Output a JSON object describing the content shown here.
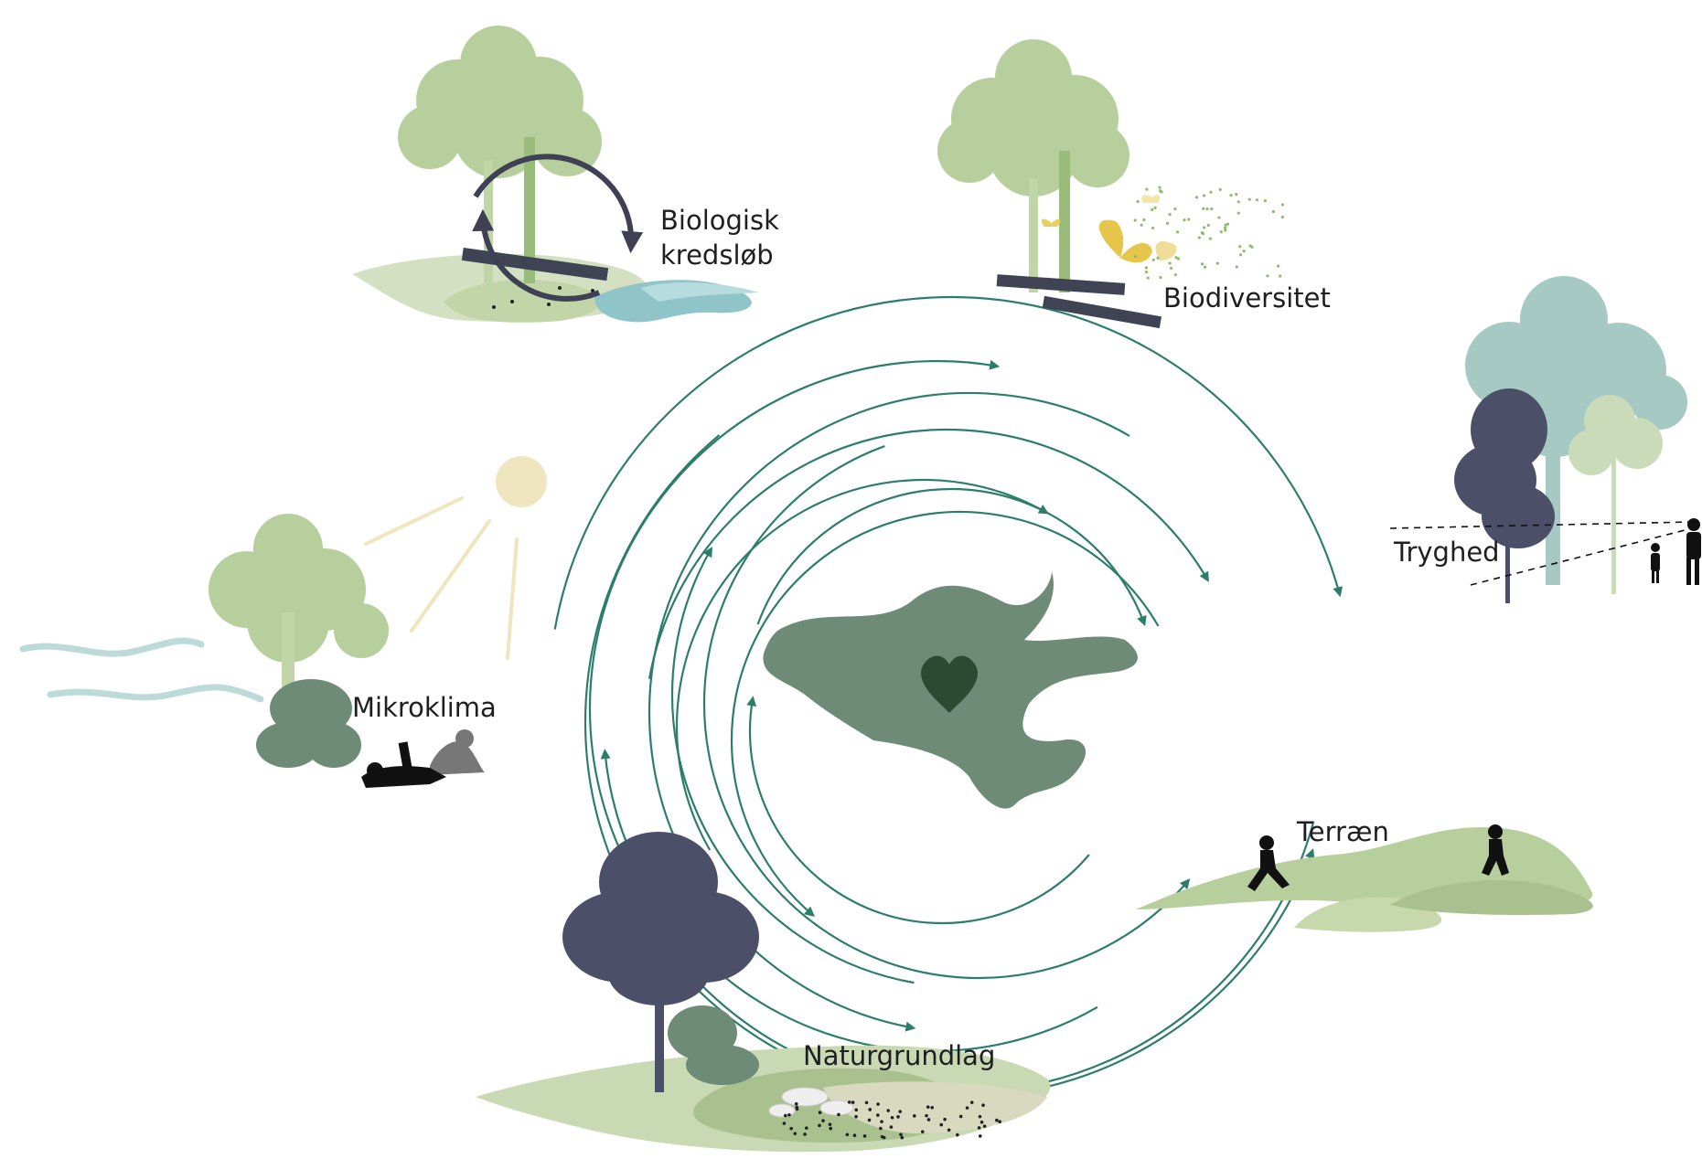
{
  "labels": {
    "biologisk_line1": "Biologisk",
    "biologisk_line2": "kredsløb",
    "biodiversitet": "Biodiversitet",
    "tryghed": "Tryghed",
    "mikroklima": "Mikroklima",
    "terraen": "Terræn",
    "naturgrundlag": "Naturgrundlag"
  },
  "icons": {
    "center": "heart-icon",
    "sun": "sun-icon",
    "wind": "wind-icon",
    "cycle": "cycle-arrows-icon",
    "butterflies": "butterfly-icon"
  },
  "colors": {
    "arrow": "#2c7d6a",
    "center_blob": "#6e8b78",
    "heart": "#2b4a31",
    "tree_light": "#b7cf9c",
    "tree_teal": "#a6c9c3",
    "tree_dark": "#4b5068",
    "ground": "#c9d9b3",
    "ground_dark": "#a9c08f",
    "sun": "#efe5be",
    "butterfly": "#e6c64a",
    "figure": "#111111"
  }
}
